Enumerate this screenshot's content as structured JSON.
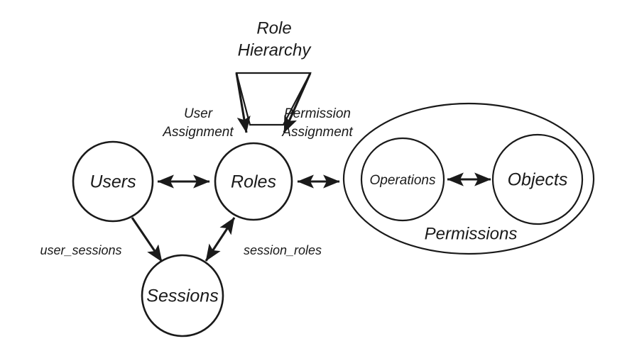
{
  "diagram": {
    "kind": "rbac-reference-model",
    "background_color": "#ffffff",
    "stroke_color": "#1a1a1a",
    "title": {
      "line1": "Role",
      "line2": "Hierarchy"
    },
    "nodes": {
      "users": "Users",
      "roles": "Roles",
      "sessions": "Sessions",
      "operations": "Operations",
      "objects": "Objects",
      "permissions": "Permissions"
    },
    "edge_labels": {
      "user_assignment_line1": "User",
      "user_assignment_line2": "Assignment",
      "permission_assignment_line1": "Permission",
      "permission_assignment_line2": "Assignment",
      "user_sessions": "user_sessions",
      "session_roles": "session_roles"
    }
  }
}
